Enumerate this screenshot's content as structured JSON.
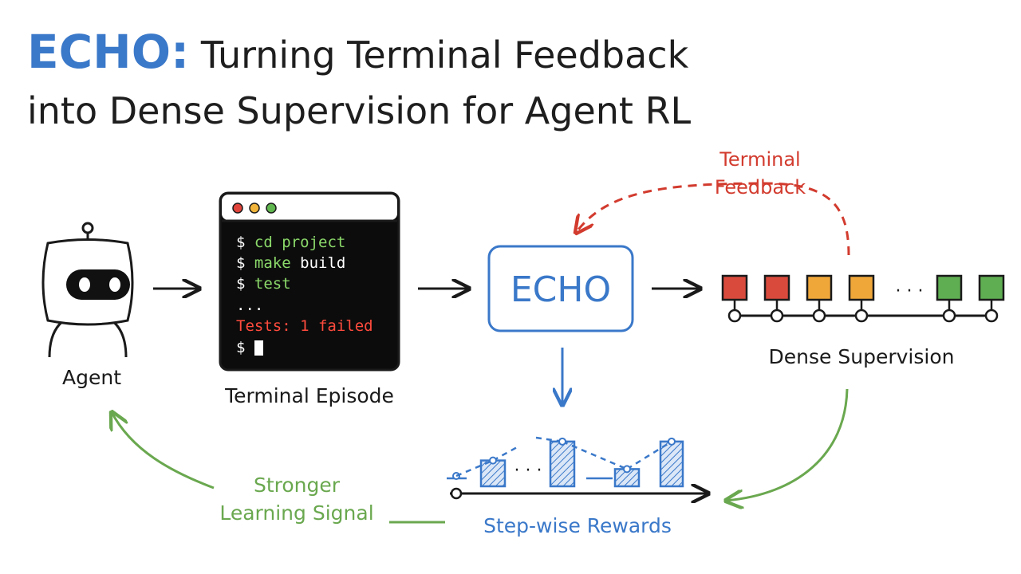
{
  "title": {
    "highlight": "ECHO:",
    "line1": "Turning Terminal Feedback",
    "line2": "into Dense Supervision for Agent RL"
  },
  "agent": {
    "label": "Agent"
  },
  "terminal": {
    "label": "Terminal Episode",
    "lines": [
      {
        "prompt": "$",
        "cmd": "cd",
        "arg": "project"
      },
      {
        "prompt": "$",
        "cmd": "make",
        "arg": "build"
      },
      {
        "prompt": "$",
        "cmd": "test",
        "arg": ""
      }
    ],
    "ellipsis": "...",
    "error": "Tests: 1 failed",
    "final_prompt": "$"
  },
  "echo_box": {
    "label": "ECHO"
  },
  "feedback": {
    "line1": "Terminal",
    "line2": "Feedback"
  },
  "supervision": {
    "label": "Dense Supervision",
    "ellipsis": "· · ·",
    "squares": [
      "red",
      "red",
      "orange",
      "orange",
      "green",
      "green"
    ]
  },
  "rewards": {
    "label": "Step-wise Rewards",
    "ellipsis": "· · ·",
    "bar_levels": [
      0.45,
      0.78,
      0.3,
      0.78
    ]
  },
  "signal": {
    "line1": "Stronger",
    "line2": "Learning Signal"
  },
  "colors": {
    "blue": "#3a78c9",
    "red": "#d23b2e",
    "green": "#6aa84f",
    "orange": "#e8a23a",
    "sq_red": "#d94a3d",
    "sq_orange": "#f0a73a",
    "sq_green": "#5fae52"
  }
}
